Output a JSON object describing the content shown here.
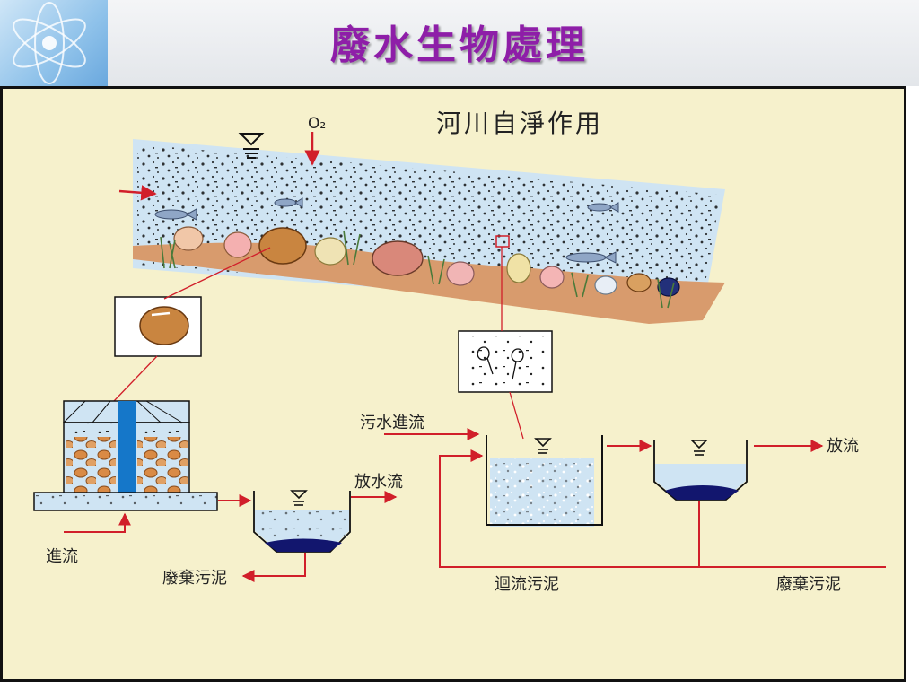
{
  "page_title": "廢水生物處理",
  "colors": {
    "title": "#8e1ea8",
    "panel_bg": "#f6f1cc",
    "water": "#cfe4f3",
    "soil": "#d89b6d",
    "arrow": "#d11f2a",
    "sludge": "#12166e"
  },
  "diagram": {
    "river_title": "河川自淨作用",
    "oxygen_label": "O₂",
    "influent_label": "污水進流",
    "effluent_label": "放流",
    "return_sludge_label": "迴流污泥",
    "waste_sludge_right_label": "廢棄污泥",
    "inflow_label": "進流",
    "outflow_label": "放水流",
    "waste_sludge_left_label": "廢棄污泥"
  }
}
